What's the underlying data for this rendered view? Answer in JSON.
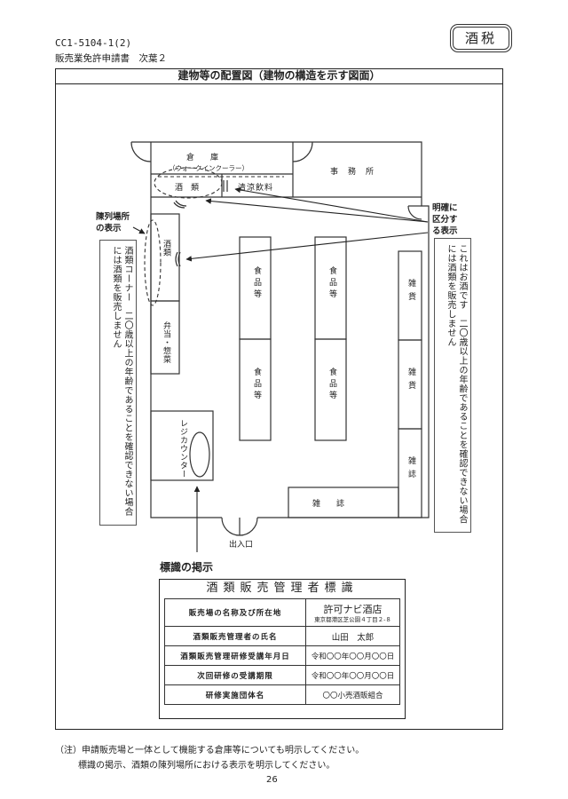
{
  "header": {
    "code": "CC1-5104-1(2)",
    "subtitle": "販売業免許申請書　次葉２",
    "stamp": "酒税"
  },
  "frame_title": "建物等の配置図（建物の構造を示す図面）",
  "floorplan": {
    "warehouse": "倉　　庫",
    "walkin": "（ウォークインクーラー）",
    "office": "事　務　所",
    "shelf_liquor_top": "酒　類",
    "shelf_soft_drinks": "清涼飲料",
    "liquor_vertical": "酒類",
    "bento": "弁当・惣菜",
    "register": "レジカウンター",
    "food": [
      "食品等",
      "食品等",
      "食品等",
      "食品等"
    ],
    "goods": [
      "雑貨",
      "雑貨",
      "雑誌"
    ],
    "magazine_bottom": "雑　　誌",
    "entrance": "出入口"
  },
  "callouts": {
    "display_place": [
      "陳列場所",
      "の表示"
    ],
    "distinguish": [
      "明確に",
      "区分す",
      "る表示"
    ],
    "sign_posting": "標識の掲示"
  },
  "side_notices": {
    "left": "酒類コーナー　二〇歳以上の年齢であることを確認できない場合には酒類を販売しません",
    "right": "これはお酒です　二〇歳以上の年齢であることを確認できない場合には酒類を販売しません"
  },
  "sign": {
    "title": "酒類販売管理者標識",
    "rows": [
      {
        "label": "販売場の名称及び所在地",
        "value": "許可ナビ酒店",
        "value2": "東京都港区芝公園４丁目２-８"
      },
      {
        "label": "酒類販売管理者の氏名",
        "value": "山田　太郎"
      },
      {
        "label": "酒類販売管理研修受講年月日",
        "value": "令和〇〇年〇〇月〇〇日"
      },
      {
        "label": "次回研修の受講期限",
        "value": "令和〇〇年〇〇月〇〇日"
      },
      {
        "label": "研修実施団体名",
        "value": "〇〇小売酒販組合"
      }
    ]
  },
  "footer": {
    "note1": "（注）申請販売場と一体として機能する倉庫等についても明示してください。",
    "note2": "標識の掲示、酒類の陳列場所における表示を明示してください。",
    "page": "26"
  }
}
